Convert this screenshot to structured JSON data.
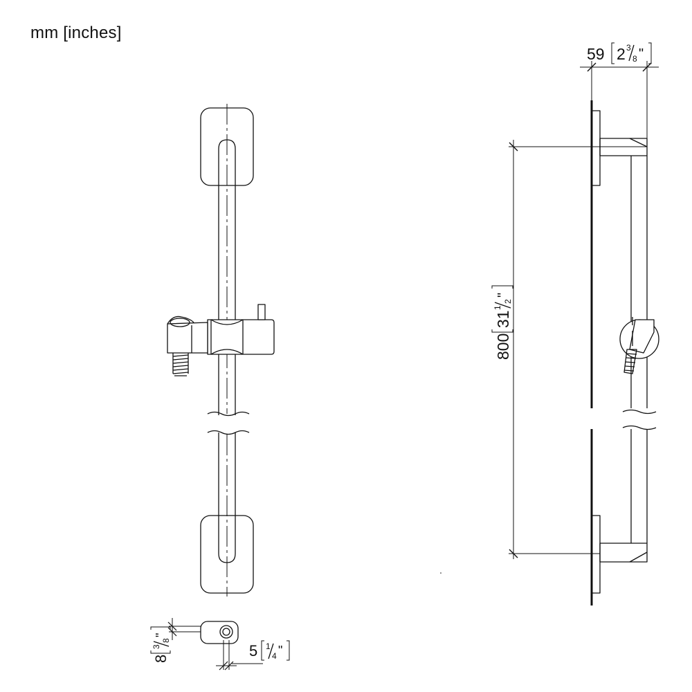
{
  "units_label": "mm [inches]",
  "dimensions": {
    "depth": {
      "mm": "59",
      "inch_whole": "2",
      "inch_num": "3",
      "inch_den": "8",
      "inch_mark": "\""
    },
    "length": {
      "mm": "800",
      "inch_whole": "31",
      "inch_num": "1",
      "inch_den": "2",
      "inch_mark": "\""
    },
    "wall_thickness": {
      "mm": "8",
      "inch_num": "3",
      "inch_den": "8",
      "inch_mark": "\""
    },
    "rod_offset": {
      "mm": "5",
      "inch_num": "1",
      "inch_den": "4",
      "inch_mark": "\""
    }
  }
}
